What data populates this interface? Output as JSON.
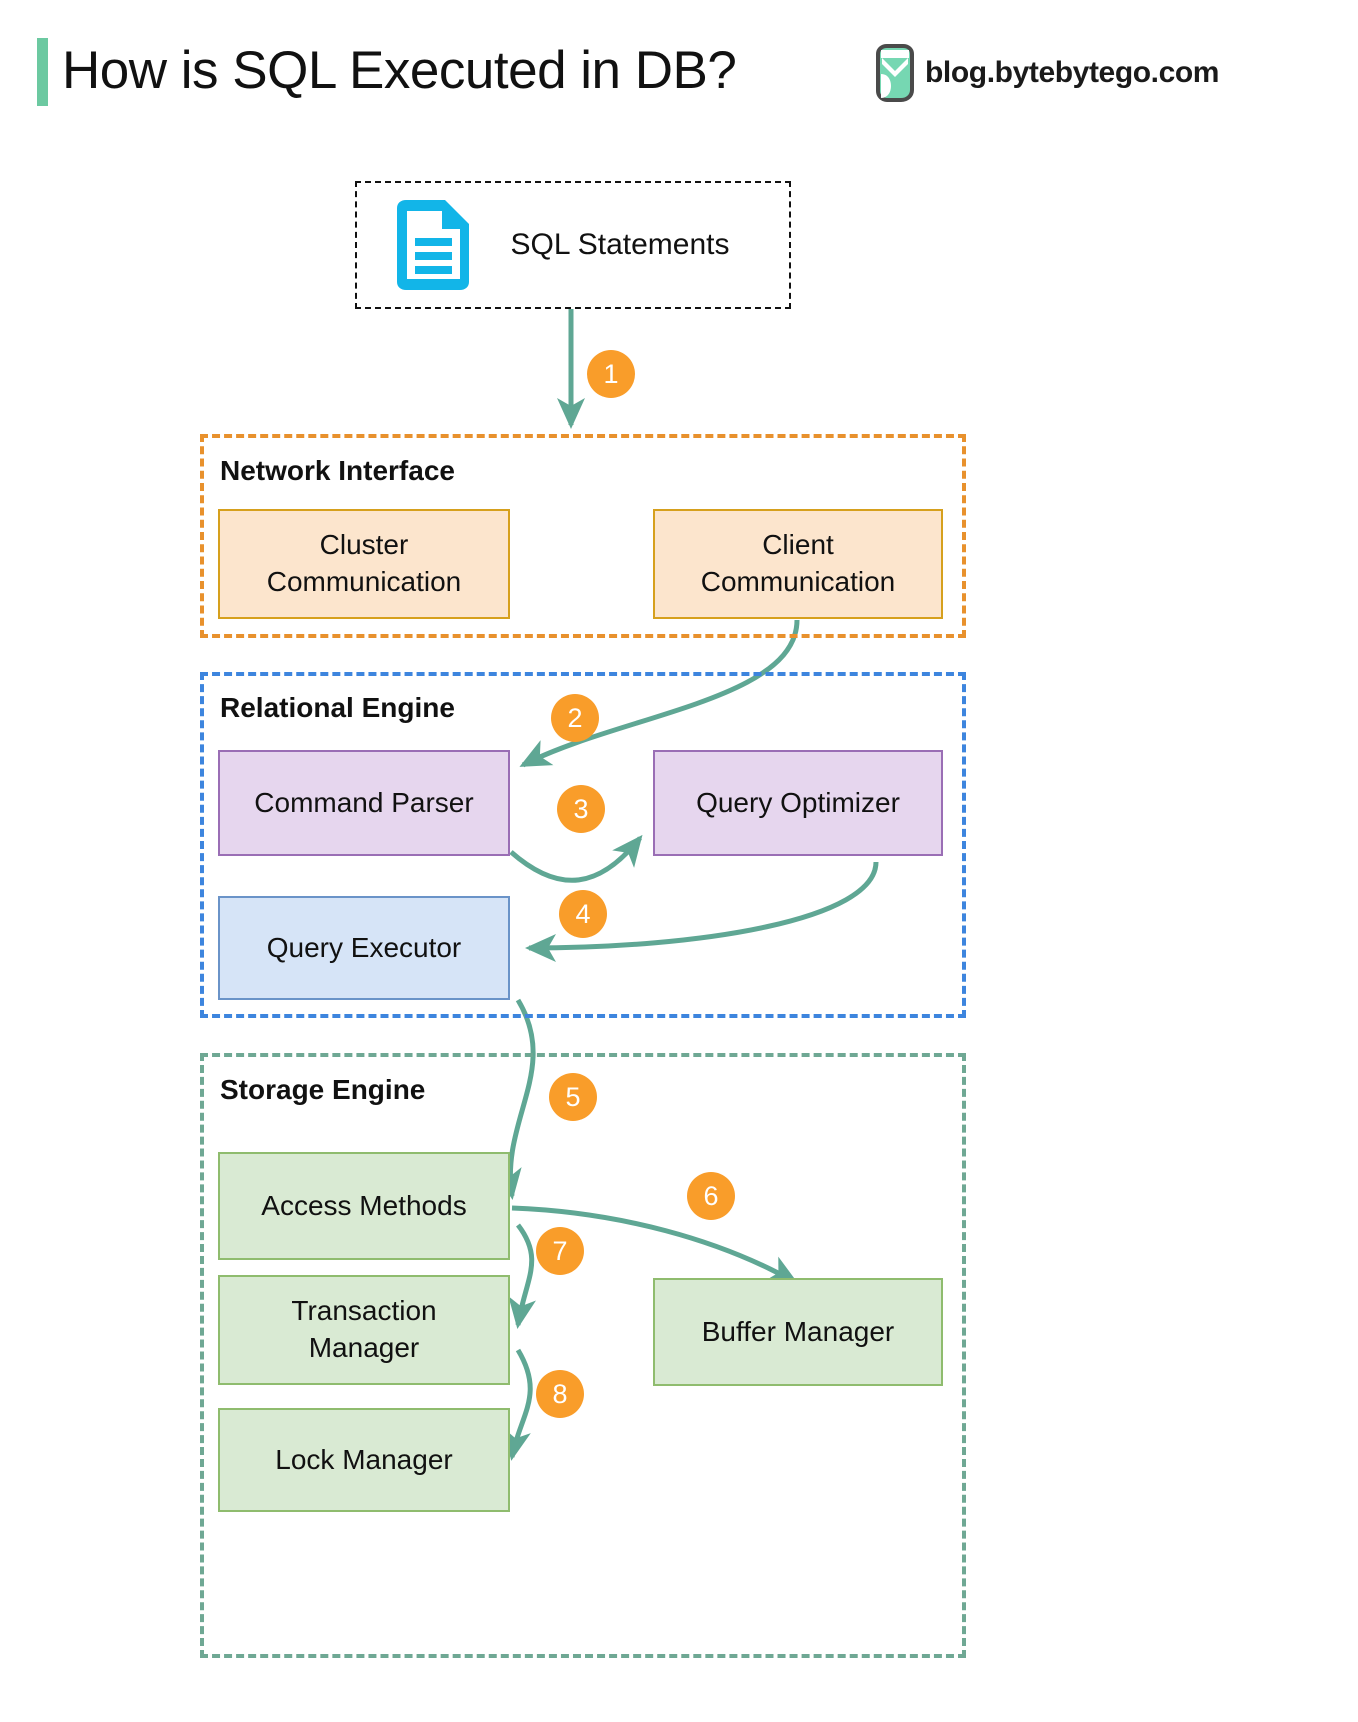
{
  "header": {
    "title": "How is SQL Executed in DB?",
    "accent_color": "#6CC9A1",
    "brand": {
      "text": "blog.bytebytego.com",
      "logo_icon": "bytebytego-logo-icon",
      "logo_fill": "#76D7B2",
      "logo_stroke": "#4A4A4A"
    }
  },
  "source": {
    "label": "SQL Statements",
    "icon": "document-lines-icon",
    "icon_color": "#12B5E8",
    "border_style": "dashed",
    "border_color": "#111111"
  },
  "groups": [
    {
      "id": "network-interface",
      "title": "Network Interface",
      "border_color": "#E8912D",
      "nodes": [
        {
          "id": "cluster-communication",
          "label": "Cluster\nCommunication",
          "fill": "#FCE5CD",
          "stroke": "#D6A01D"
        },
        {
          "id": "client-communication",
          "label": "Client\nCommunication",
          "fill": "#FCE5CD",
          "stroke": "#D6A01D"
        }
      ]
    },
    {
      "id": "relational-engine",
      "title": "Relational Engine",
      "border_color": "#3D85DE",
      "nodes": [
        {
          "id": "command-parser",
          "label": "Command Parser",
          "fill": "#E6D6EE",
          "stroke": "#9A6EB5"
        },
        {
          "id": "query-optimizer",
          "label": "Query Optimizer",
          "fill": "#E6D6EE",
          "stroke": "#9A6EB5"
        },
        {
          "id": "query-executor",
          "label": "Query Executor",
          "fill": "#D6E4F7",
          "stroke": "#6A93C8"
        }
      ]
    },
    {
      "id": "storage-engine",
      "title": "Storage Engine",
      "border_color": "#6FA894",
      "nodes": [
        {
          "id": "access-methods",
          "label": "Access Methods",
          "fill": "#D9EAD3",
          "stroke": "#8FBC6E"
        },
        {
          "id": "transaction-manager",
          "label": "Transaction\nManager",
          "fill": "#D9EAD3",
          "stroke": "#8FBC6E"
        },
        {
          "id": "lock-manager",
          "label": "Lock Manager",
          "fill": "#D9EAD3",
          "stroke": "#8FBC6E"
        },
        {
          "id": "buffer-manager",
          "label": "Buffer Manager",
          "fill": "#D9EAD3",
          "stroke": "#8FBC6E"
        }
      ]
    }
  ],
  "steps": [
    {
      "n": "1",
      "from": "sql-statements",
      "to": "network-interface"
    },
    {
      "n": "2",
      "from": "client-communication",
      "to": "command-parser"
    },
    {
      "n": "3",
      "from": "command-parser",
      "to": "query-optimizer"
    },
    {
      "n": "4",
      "from": "query-optimizer",
      "to": "query-executor"
    },
    {
      "n": "5",
      "from": "query-executor",
      "to": "access-methods"
    },
    {
      "n": "6",
      "from": "access-methods",
      "to": "buffer-manager"
    },
    {
      "n": "7",
      "from": "access-methods",
      "to": "transaction-manager"
    },
    {
      "n": "8",
      "from": "transaction-manager",
      "to": "lock-manager"
    }
  ],
  "colors": {
    "arrow": "#5FA794",
    "badge_fill": "#F99D2A",
    "badge_text": "#FFFFFF",
    "canvas": "#FFFFFF"
  }
}
